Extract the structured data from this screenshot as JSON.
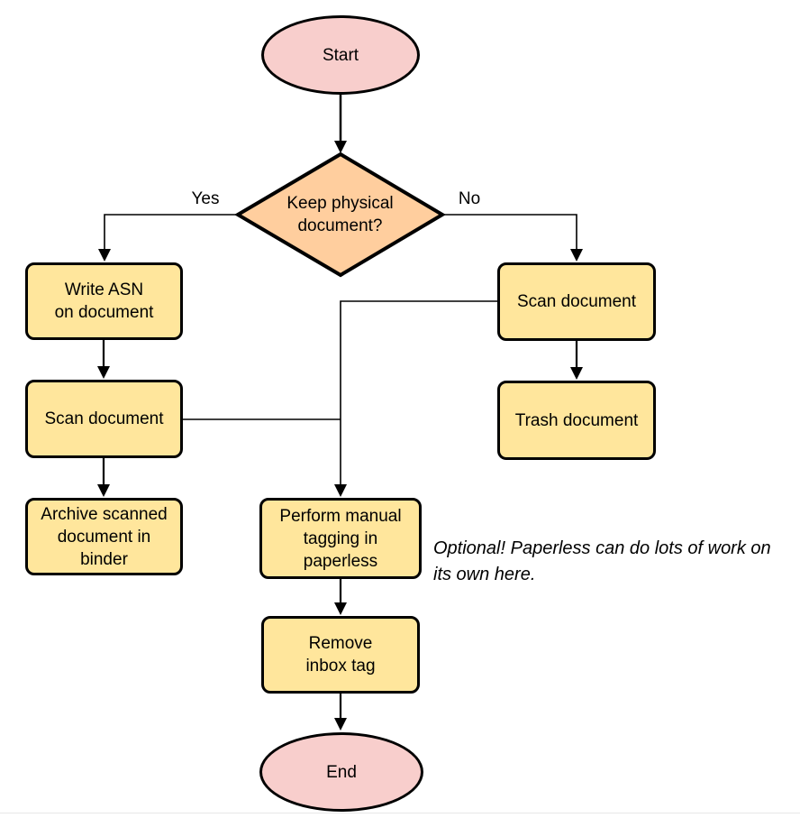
{
  "diagram": {
    "nodes": {
      "start": {
        "label": "Start"
      },
      "decision": {
        "label": "Keep physical\ndocument?"
      },
      "write_asn": {
        "label": "Write ASN\non document"
      },
      "scan_left": {
        "label": "Scan document"
      },
      "archive": {
        "label": "Archive scanned\ndocument in\nbinder"
      },
      "scan_right": {
        "label": "Scan document"
      },
      "trash": {
        "label": "Trash document"
      },
      "tagging": {
        "label": "Perform manual\ntagging in\npaperless"
      },
      "remove_inbox": {
        "label": "Remove\ninbox tag"
      },
      "end": {
        "label": "End"
      }
    },
    "edge_labels": {
      "yes": "Yes",
      "no": "No"
    },
    "note": "Optional! Paperless can do lots of work on\nits own here.",
    "colors": {
      "terminal_fill": "#F8CECC",
      "decision_fill": "#FFCE9E",
      "process_fill": "#FFE69C",
      "stroke": "#000000"
    }
  }
}
